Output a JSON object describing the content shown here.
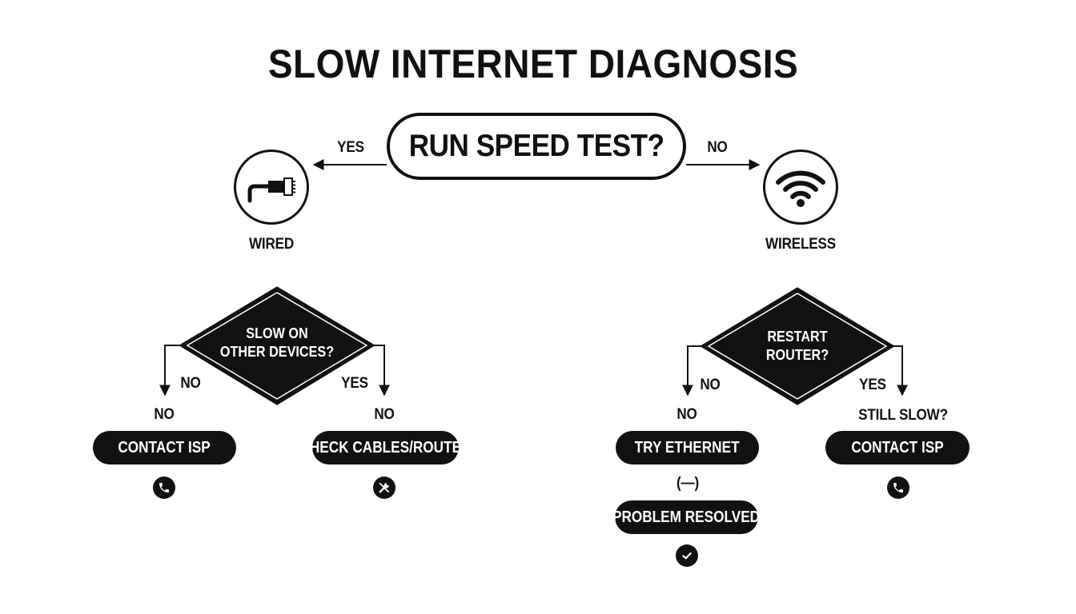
{
  "title": "SLOW INTERNET DIAGNOSIS",
  "start": {
    "label": "RUN SPEED TEST?",
    "left_branch": "YES",
    "right_branch": "NO"
  },
  "wired": {
    "label": "WIRED",
    "icon": "ethernet-cable-icon",
    "decision": {
      "line1": "SLOW ON",
      "line2": "OTHER DEVICES?",
      "left_branch": "NO",
      "right_branch": "YES"
    },
    "left": {
      "caption": "NO",
      "action": "CONTACT ISP",
      "icon": "phone-icon"
    },
    "right": {
      "caption": "NO",
      "action": "CHECK CABLES/ROUTER",
      "icon": "wrench-icon"
    }
  },
  "wireless": {
    "label": "WIRELESS",
    "icon": "wifi-icon",
    "decision": {
      "line1": "RESTART",
      "line2": "ROUTER?",
      "left_branch": "NO",
      "right_branch": "YES"
    },
    "left": {
      "caption": "NO",
      "action": "TRY ETHERNET",
      "connector": "(—)",
      "result": "PROBLEM RESOLVED",
      "icon": "checkmark-icon"
    },
    "right": {
      "caption": "STILL SLOW?",
      "action": "CONTACT ISP",
      "icon": "phone-icon"
    }
  },
  "colors": {
    "ink": "#111111",
    "background": "#ffffff"
  }
}
